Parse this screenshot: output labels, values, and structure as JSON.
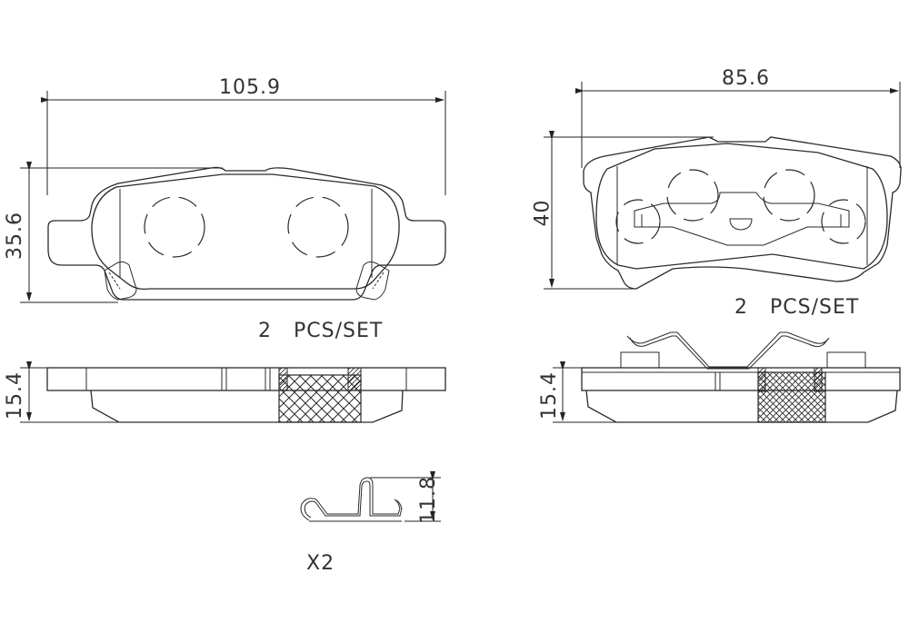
{
  "drawing": {
    "title": "Brake pad set technical drawing",
    "line_color": "#2a2a2a",
    "background": "#ffffff"
  },
  "left_pad": {
    "width_dim": "105.9",
    "height_dim": "35.6",
    "thickness_dim": "15.4",
    "qty_label": "2   PCS/SET"
  },
  "right_pad": {
    "width_dim": "85.6",
    "height_dim": "40",
    "thickness_dim": "15.4",
    "qty_label": "2   PCS/SET"
  },
  "clip": {
    "height_dim": "11.8",
    "qty_label": "X2"
  }
}
